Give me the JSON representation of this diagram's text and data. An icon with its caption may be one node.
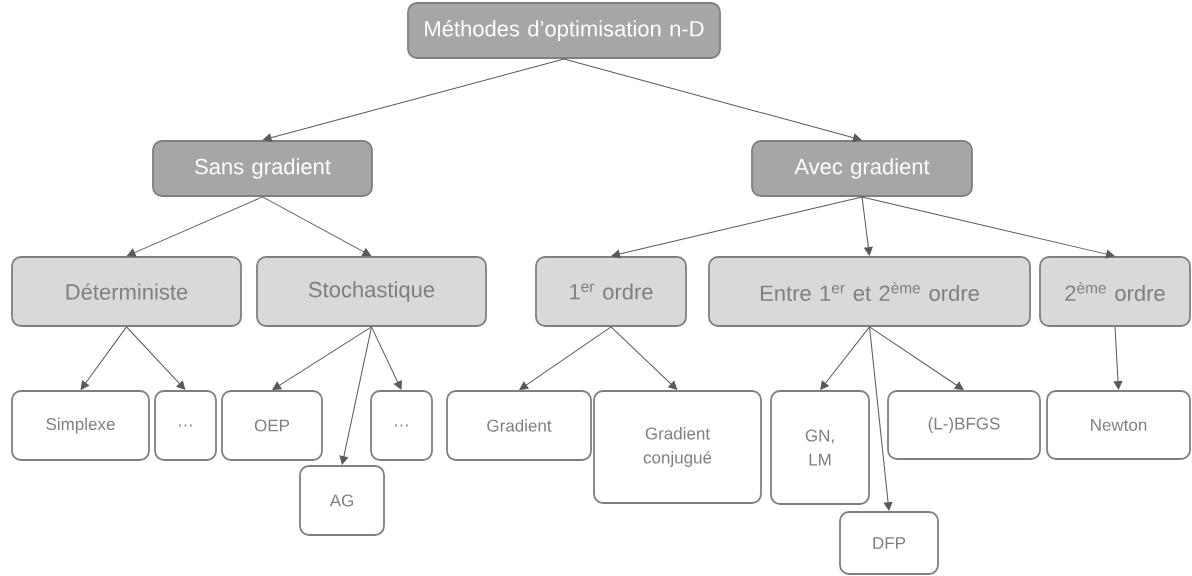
{
  "diagram": {
    "nodes": [
      {
        "text": [
          "Méthodes d’optimisation n-D"
        ]
      },
      {
        "text": [
          "Sans gradient"
        ]
      },
      {
        "text": [
          "Avec gradient"
        ]
      },
      {
        "text": [
          "Déterministe"
        ]
      },
      {
        "text": [
          "Stochastique"
        ]
      },
      {
        "text": [
          "1$^{er}$ ordre"
        ]
      },
      {
        "text": [
          "Entre 1$^{er}$ et 2$^{ème}$ ordre"
        ]
      },
      {
        "text": [
          "2$^{ème}$ ordre"
        ]
      },
      {
        "text": [
          "Simplexe"
        ]
      },
      {
        "text": [
          "…"
        ]
      },
      {
        "text": [
          "OEP"
        ]
      },
      {
        "text": [
          "AG"
        ]
      },
      {
        "text": [
          "…"
        ]
      },
      {
        "text": [
          "Gradient"
        ]
      },
      {
        "text": [
          "Gradient conjugué"
        ]
      },
      {
        "text": [
          "GN, LM"
        ]
      },
      {
        "text": [
          "(L-)BFGS"
        ]
      },
      {
        "text": [
          "Newton"
        ]
      },
      {
        "text": [
          "DFP"
        ]
      }
    ],
    "edges": [
      {
        "from": 0,
        "to": 1,
        "arrow": "to"
      },
      {
        "from": 0,
        "to": 2,
        "arrow": "to"
      },
      {
        "from": 1,
        "to": 3,
        "arrow": "to"
      },
      {
        "from": 1,
        "to": 4,
        "arrow": "to"
      },
      {
        "from": 2,
        "to": 5,
        "arrow": "to"
      },
      {
        "from": 2,
        "to": 6,
        "arrow": "to"
      },
      {
        "from": 2,
        "to": 7,
        "arrow": "to"
      },
      {
        "from": 3,
        "to": 8,
        "arrow": "to"
      },
      {
        "from": 3,
        "to": 9,
        "arrow": "to"
      },
      {
        "from": 4,
        "to": 10,
        "arrow": "to"
      },
      {
        "from": 4,
        "to": 11,
        "arrow": "to"
      },
      {
        "from": 4,
        "to": 12,
        "arrow": "to"
      },
      {
        "from": 5,
        "to": 13,
        "arrow": "to"
      },
      {
        "from": 5,
        "to": 14,
        "arrow": "to"
      },
      {
        "from": 6,
        "to": 15,
        "arrow": "to"
      },
      {
        "from": 6,
        "to": 18,
        "arrow": "to"
      },
      {
        "from": 6,
        "to": 16,
        "arrow": "to"
      },
      {
        "from": 7,
        "to": 17,
        "arrow": "to"
      }
    ]
  }
}
